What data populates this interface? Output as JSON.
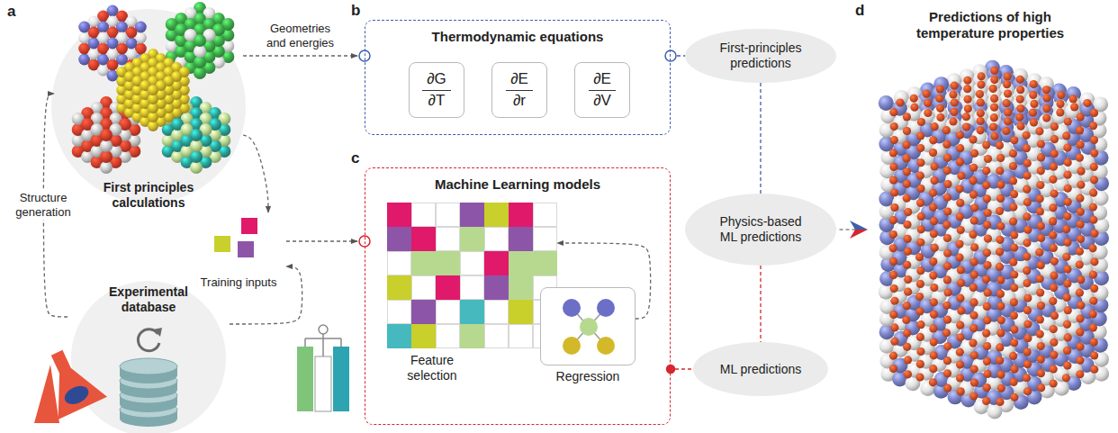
{
  "diagram": {
    "nodes": [
      {
        "text": [
          "First principles calculations"
        ]
      },
      {
        "text": [
          "Experimental database"
        ]
      },
      {
        "text": [
          "Training inputs"
        ]
      },
      {
        "text": [
          "Thermodynamic equations"
        ]
      },
      {
        "text": [
          "∂G",
          "∂T"
        ],
        "in": 3
      },
      {
        "text": [
          "∂E",
          "∂r"
        ],
        "in": 3
      },
      {
        "text": [
          "∂E",
          "∂V"
        ],
        "in": 3
      },
      {
        "text": [
          "Machine Learning models"
        ]
      },
      {
        "text": [
          "Feature selection"
        ],
        "in": 7
      },
      {
        "text": [
          "Regression"
        ],
        "in": 7
      },
      {
        "text": [
          "First-principles predictions"
        ]
      },
      {
        "text": [
          "Physics-based ML predictions"
        ]
      },
      {
        "text": [
          "ML predictions"
        ]
      },
      {
        "text": [
          "Predictions of high temperature properties"
        ]
      }
    ],
    "edges": [
      {
        "from": 1,
        "to": 0,
        "arrow": "to",
        "label": "Structure generation"
      },
      {
        "from": 0,
        "to": 3,
        "arrow": "to",
        "label": "Geometries and energies"
      },
      {
        "from": 0,
        "to": 2,
        "arrow": "to"
      },
      {
        "from": 1,
        "to": 2,
        "arrow": "to"
      },
      {
        "from": 2,
        "to": 7,
        "arrow": "to"
      },
      {
        "from": 3,
        "to": 10,
        "arrow": "none"
      },
      {
        "from": 10,
        "to": 11,
        "arrow": "none"
      },
      {
        "from": 11,
        "to": 12,
        "arrow": "none"
      },
      {
        "from": 7,
        "to": 12,
        "arrow": "none"
      },
      {
        "from": 11,
        "to": 13,
        "arrow": "to"
      },
      {
        "from": 9,
        "to": 8,
        "arrow": "to"
      }
    ],
    "labels": [
      "a",
      "b",
      "c",
      "d"
    ]
  }
}
